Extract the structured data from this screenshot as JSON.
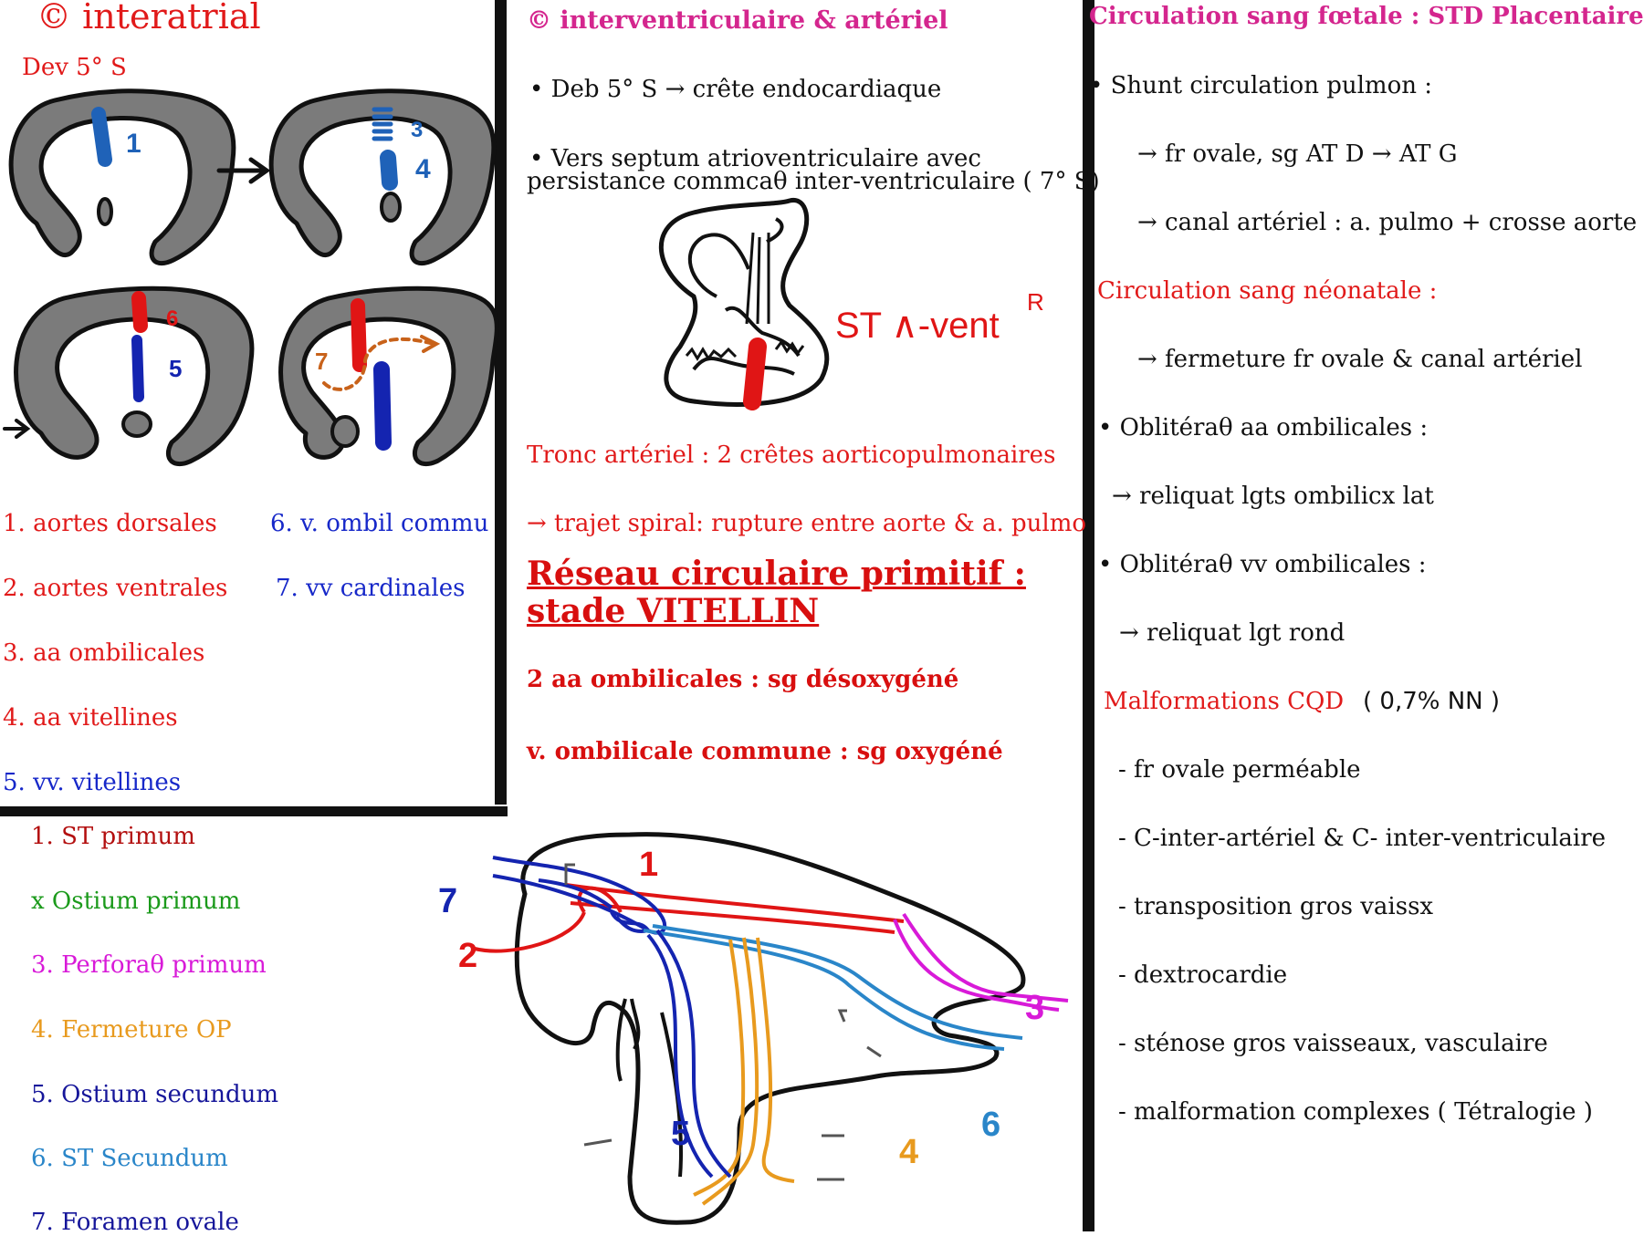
{
  "col1": {
    "title": "© interatrial",
    "subtitle": "Dev 5° S",
    "diagram_labels": [
      "1",
      "3",
      "4",
      "6",
      "5",
      "7"
    ],
    "legend_red": [
      "1. aortes dorsales",
      "2. aortes ventrales",
      "3. aa ombilicales",
      "4. aa vitellines"
    ],
    "legend_blue_left": "5. vv. vitellines",
    "legend_blue_right": [
      "6. v. ombil commu",
      "7. vv cardinales"
    ]
  },
  "col2": {
    "title": "© interventriculaire & artériel",
    "bullet1": "• Deb 5° S → crête endocardiaque",
    "bullet2_line1": "• Vers septum atrioventriculaire avec",
    "bullet2_line2": "persistance commcaθ inter-ventriculaire ( 7° S)",
    "diagram_label": "ST ∧-vent",
    "diagram_label_sup": "R",
    "tronc": "Tronc artériel : 2 crêtes aorticopulmonaires",
    "trajet": "→ trajet spiral: rupture entre aorte & a. pulmo",
    "reseau_title_line1": "Réseau circulaire primitif :",
    "reseau_title_line2": "stade VITELLIN",
    "aa_ombilicales": "2 aa ombilicales : sg désoxygéné",
    "v_ombilicale": "v. ombilicale commune : sg oxygéné"
  },
  "bottom_legend": [
    {
      "text": "1. ST primum",
      "color": "#b30f0f"
    },
    {
      "text": "x Ostium primum",
      "color": "#1b9a1b"
    },
    {
      "text": "3. Perforaθ primum",
      "color": "#d81ad8"
    },
    {
      "text": "4. Fermeture OP",
      "color": "#e89a1e"
    },
    {
      "text": "5. Ostium secundum",
      "color": "#16169a"
    },
    {
      "text": "6. ST Secundum",
      "color": "#2a86c9"
    },
    {
      "text": "7. Foramen ovale",
      "color": "#16169a"
    }
  ],
  "embryo_labels": [
    "1",
    "2",
    "3",
    "4",
    "5",
    "6",
    "7"
  ],
  "col3": {
    "title": "Circulation sang fœtale : STD Placentaire",
    "shunt": "• Shunt circulation pulmon :",
    "fr_ovale": "→ fr ovale, sg AT D → AT G",
    "canal": "→ canal artériel : a. pulmo + crosse aorte",
    "neonatale": "Circulation sang néonatale :",
    "fermeture": "→ fermeture fr ovale & canal artériel",
    "oblit_aa": "• Oblitéraθ aa ombilicales :",
    "reliquat_lgts": "→ reliquat lgts ombilicx lat",
    "oblit_vv": "• Oblitéraθ vv ombilicales :",
    "reliquat_rond": "→ reliquat lgt rond",
    "malformations": "Malformations CQD",
    "malformations_pct": "( 0,7% NN )",
    "items": [
      "-  fr ovale perméable",
      "- C-inter-artériel & C- inter-ventriculaire",
      "- transposition gros vaissx",
      "- dextrocardie",
      "- sténose gros vaisseaux, vasculaire",
      "- malformation complexes ( Tétralogie )"
    ]
  },
  "colors": {
    "red": "#e11a1a",
    "blue": "#1728c9",
    "magenta": "#d81ad8",
    "pink": "#d4268e",
    "orange": "#e89a1e",
    "green": "#1b9a1b",
    "lightblue": "#2a86c9",
    "gray": "#7a7a7a"
  }
}
